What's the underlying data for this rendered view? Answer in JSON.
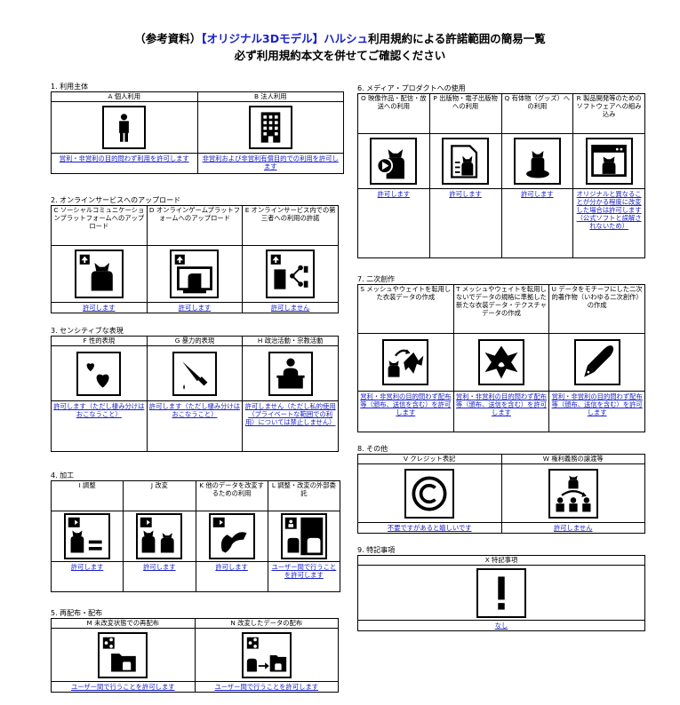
{
  "header": {
    "line1_prefix": "（参考資料）",
    "line1_blue": "【オリジナル3Dモデル】ハルシュ",
    "line1_suffix": "利用規約による許諾範囲の簡易一覧",
    "line2": "必ず利用規約本文を併せてご確認ください"
  },
  "colors": {
    "verdict_blue": "#1a22c8",
    "border": "#000000"
  },
  "sections": {
    "s1": {
      "title": "1. 利用主体",
      "cols": [
        {
          "head": "A 個人利用",
          "icon": "person-icon",
          "verdict": "営利・非営利の目的問わず利用を許可します"
        },
        {
          "head": "B 法人利用",
          "icon": "building-icon",
          "verdict": "非営利および非営利有償目的での利用を許可します"
        }
      ]
    },
    "s2": {
      "title": "2. オンラインサービスへのアップロード",
      "cols": [
        {
          "head": "C ソーシャルコミュニケーションプラットフォームへのアップロード",
          "icon": "upload-social-icon",
          "verdict": "許可します"
        },
        {
          "head": "D オンラインゲームプラットフォームへのアップロード",
          "icon": "upload-game-icon",
          "verdict": "許可します"
        },
        {
          "head": "E オンラインサービス内での第三者への利用の許諾",
          "icon": "share-third-party-icon",
          "verdict": "許可しません"
        }
      ]
    },
    "s3": {
      "title": "3. センシティブな表現",
      "cols": [
        {
          "head": "F 性的表現",
          "icon": "hearts-icon",
          "verdict": "許可します（ただし棲み分けはおこなうこと）"
        },
        {
          "head": "G 暴力的表現",
          "icon": "knife-icon",
          "verdict": "許可します（ただし棲み分けはおこなうこと）"
        },
        {
          "head": "H 政治活動・宗教活動",
          "icon": "podium-icon",
          "verdict": "許可しません（ただし私的使用（プライベートな範囲での利用）については禁止しません）"
        }
      ]
    },
    "s4": {
      "title": "4. 加工",
      "cols": [
        {
          "head": "I 調整",
          "icon": "adjust-icon",
          "verdict": "許可します"
        },
        {
          "head": "J 改変",
          "icon": "modify-icon",
          "verdict": "許可します"
        },
        {
          "head": "K 他のデータを改変するための利用",
          "icon": "alter-other-data-icon",
          "verdict": "許可します"
        },
        {
          "head": "L 調整・改変の外部委託",
          "icon": "outsource-icon",
          "verdict": "ユーザー間で行うことを許可します"
        }
      ]
    },
    "s5": {
      "title": "5. 再配布・配布",
      "cols": [
        {
          "head": "M 未改変状態での再配布",
          "icon": "redistribute-icon",
          "verdict": "ユーザー間で行うことを許可します"
        },
        {
          "head": "N 改変したデータの配布",
          "icon": "distribute-modified-icon",
          "verdict": "ユーザー間で行うことを許可します"
        }
      ]
    },
    "s6": {
      "title": "6. メディア・プロダクトへの使用",
      "cols": [
        {
          "head": "O 映像作品・配信・放送への利用",
          "icon": "video-icon",
          "verdict": "許可します"
        },
        {
          "head": "P 出版物・電子出版物への利用",
          "icon": "publication-icon",
          "verdict": "許可します"
        },
        {
          "head": "Q 有体物（グッズ）への利用",
          "icon": "figure-icon",
          "verdict": "許可します"
        },
        {
          "head": "R 製品開発等のためのソフトウェアへの組み込み",
          "icon": "software-icon",
          "verdict": "オリジナルと異なることが分かる程度に改変した場合は許可します（公式ソフトと誤解されないため）"
        }
      ]
    },
    "s7": {
      "title": "7. 二次創作",
      "cols": [
        {
          "head": "S メッシュやウェイトを転用した衣装データの作成",
          "icon": "mesh-transfer-icon",
          "verdict": "営利・非営利の目的問わず配布等（頒布、送信を含む）を許可します"
        },
        {
          "head": "T メッシュやウェイトを転用しないでデータの規格に準拠した新たな衣装データ・テクスチャデータの作成",
          "icon": "new-outfit-icon",
          "verdict": "営利・非営利の目的問わず配布等（頒布、送信を含む）を許可します"
        },
        {
          "head": "U データをモチーフにした二次的著作物（いわゆる二次創作）の作成",
          "icon": "pen-nib-icon",
          "verdict": "営利・非営利の目的問わず配布等（頒布、送信を含む）を許可します"
        }
      ]
    },
    "s8": {
      "title": "8. その他",
      "cols": [
        {
          "head": "V クレジット表記",
          "icon": "copyright-icon",
          "verdict": "不要ですがあると嬉しいです"
        },
        {
          "head": "W 権利義務の譲渡等",
          "icon": "transfer-rights-icon",
          "verdict": "許可しません"
        }
      ]
    },
    "s9": {
      "title": "9. 特記事項",
      "cols": [
        {
          "head": "X 特記事項",
          "icon": "exclamation-icon",
          "verdict": "なし"
        }
      ]
    }
  }
}
